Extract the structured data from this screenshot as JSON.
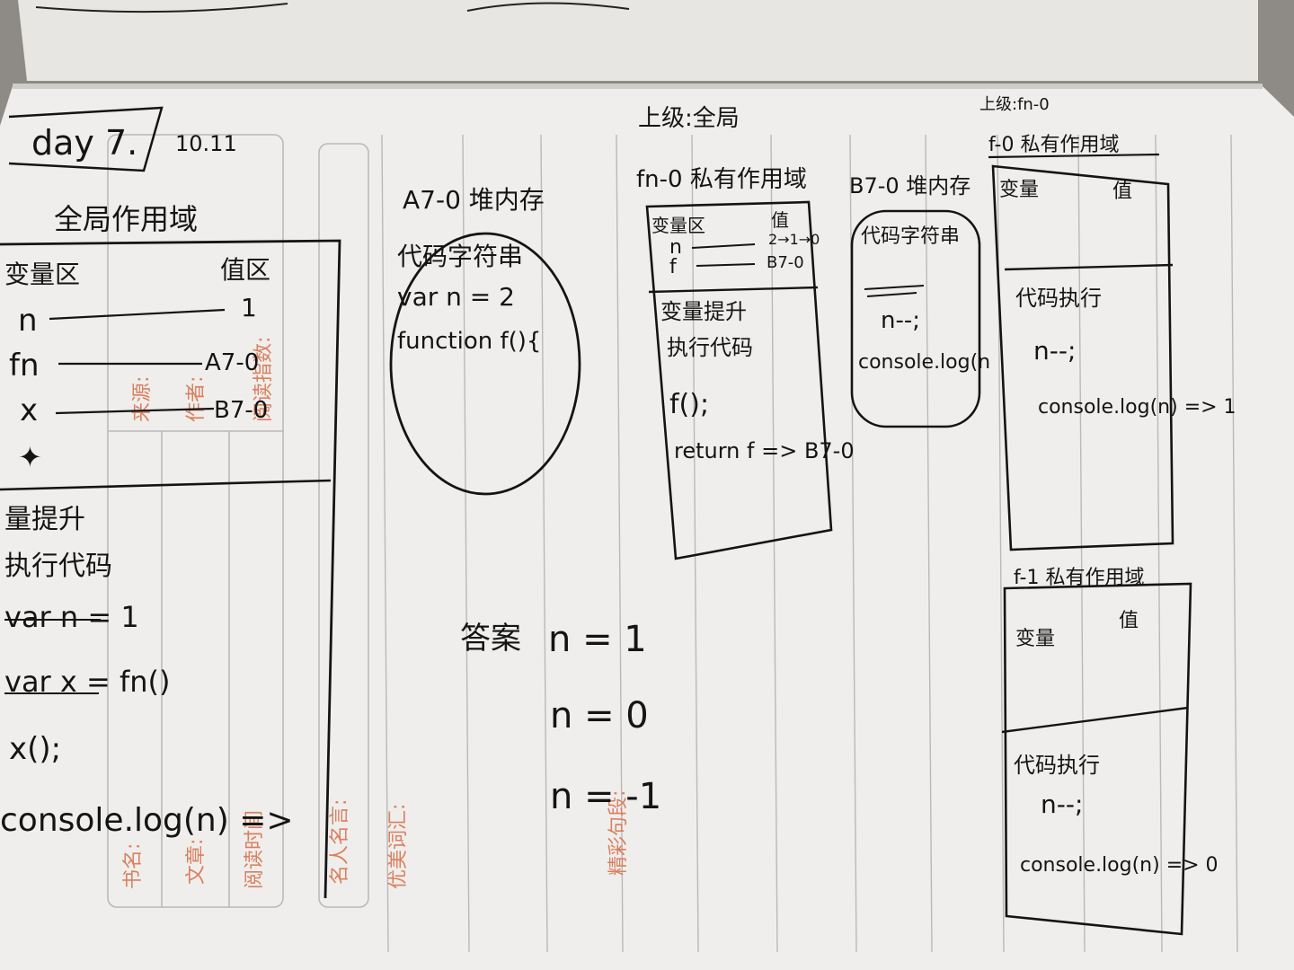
{
  "header": {
    "day": "day 7.",
    "date": "10.11"
  },
  "global_scope": {
    "title": "全局作用域",
    "variables_heading": "变量区",
    "values_heading": "值区",
    "rows": [
      {
        "name": "n",
        "value": "1"
      },
      {
        "name": "fn",
        "value": "A7-0"
      },
      {
        "name": "x",
        "value": "B7-0"
      }
    ],
    "process": [
      "量提升",
      "执行代码",
      "var n = 1",
      "var x = fn()",
      "x();",
      "console.log(n) =>"
    ]
  },
  "a7_heap": {
    "title": "A7-0 堆内存",
    "lines": [
      "代码字符串",
      "var n = 2",
      "function f(){"
    ]
  },
  "fn0_scope": {
    "top_label": "上级:全局",
    "title": "fn-0 私有作用域",
    "variables_heading": "变量区",
    "values_heading": "值",
    "rows": [
      {
        "name": "n",
        "value": "2→1→0"
      },
      {
        "name": "f",
        "value": "B7-0"
      }
    ],
    "process": [
      "变量提升",
      "执行代码",
      "f();",
      "return f => B7-0"
    ]
  },
  "b7_heap": {
    "title": "B7-0 堆内存",
    "lines": [
      "代码字符串",
      "n--;",
      "console.log(n"
    ]
  },
  "answer": {
    "label": "答案",
    "values": [
      "n = 1",
      "n = 0",
      "n = -1"
    ]
  },
  "f1_scope": {
    "top_label": "上级:fn-0",
    "title": "f-0 私有作用域",
    "variables_heading": "变量",
    "values_heading": "值",
    "process_heading": "代码执行",
    "process": [
      "n--;",
      "console.log(n) => 1"
    ]
  },
  "f2_scope": {
    "title": "f-1 私有作用域",
    "variables_heading": "变量",
    "values_heading": "值",
    "process_heading": "代码执行",
    "process": [
      "n--;",
      "console.log(n) => 0"
    ]
  },
  "printed": {
    "book_label": "书名:",
    "article_label": "文章:",
    "reading_label": "阅读时间",
    "famous_label": "名人名言:",
    "words_label": "优美词汇:",
    "sentences_label": "精彩句段:",
    "source_label": "来源:",
    "author_label": "作者:",
    "index_label": "阅读指数:"
  },
  "colors": {
    "paper": "#efeeec",
    "ink": "#141414",
    "rule": "#b9b9ba",
    "print": "#d9805f",
    "background": "#8e8a86"
  }
}
